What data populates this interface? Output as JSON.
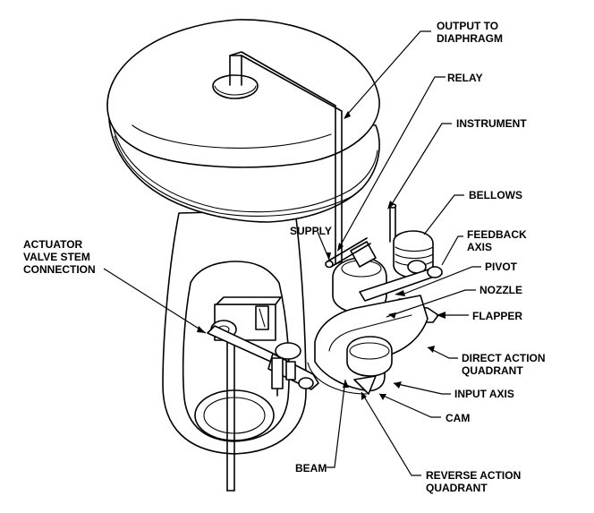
{
  "labels": {
    "output_to_diaphragm": [
      "OUTPUT TO",
      "DIAPHRAGM"
    ],
    "relay": "RELAY",
    "instrument": "INSTRUMENT",
    "bellows": "BELLOWS",
    "supply": "SUPPLY",
    "feedback_axis": [
      "FEEDBACK",
      "AXIS"
    ],
    "pivot": "PIVOT",
    "nozzle": "NOZZLE",
    "flapper": "FLAPPER",
    "actuator_valve_stem_connection": [
      "ACTUATOR",
      "VALVE STEM",
      "CONNECTION"
    ],
    "direct_action_quadrant": [
      "DIRECT ACTION",
      "QUADRANT"
    ],
    "input_axis": "INPUT AXIS",
    "cam": "CAM",
    "beam": "BEAM",
    "reverse_action_quadrant": [
      "REVERSE ACTION",
      "QUADRANT"
    ]
  }
}
